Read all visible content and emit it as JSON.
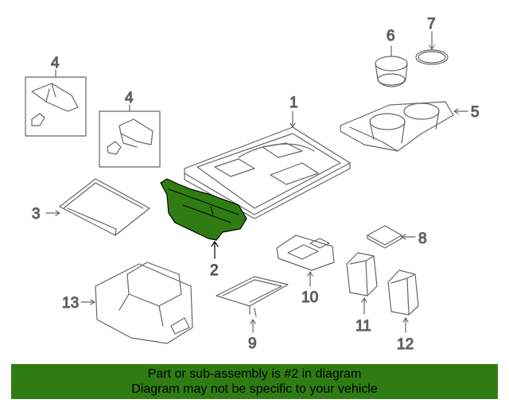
{
  "callouts": {
    "c1": "1",
    "c2": "2",
    "c3": "3",
    "c4a": "4",
    "c4b": "4",
    "c5": "5",
    "c6": "6",
    "c7": "7",
    "c8": "8",
    "c9": "9",
    "c10": "10",
    "c11": "11",
    "c12": "12",
    "c13": "13"
  },
  "highlight_color": "#2f7d12",
  "banner": {
    "line1": "Part or sub-assembly is #2 in diagram",
    "line2": "Diagram may not be specific to your vehicle"
  }
}
